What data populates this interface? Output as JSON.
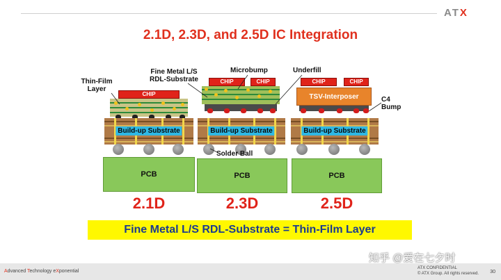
{
  "header": {
    "logo_main": "AT",
    "logo_accent": "X",
    "title": "2.1D, 2.3D, and 2.5D IC Integration"
  },
  "callouts": {
    "thin_film": "Thin-Film\nLayer",
    "fine_metal": "Fine Metal L/S\nRDL-Substrate",
    "microbump": "Microbump",
    "underfill": "Underfill",
    "c4_bump": "C4\nBump",
    "solder_ball": "Solder Ball"
  },
  "variants": [
    {
      "label": "2.1D",
      "pcb": "PCB",
      "substrate": "Build-up Substrate",
      "chips": [
        "CHIP"
      ]
    },
    {
      "label": "2.3D",
      "pcb": "PCB",
      "substrate": "Build-up Substrate",
      "chips": [
        "CHIP",
        "CHIP"
      ]
    },
    {
      "label": "2.5D",
      "pcb": "PCB",
      "substrate": "Build-up Substrate",
      "chips": [
        "CHIP",
        "CHIP"
      ],
      "interposer": "TSV-Interposer"
    }
  ],
  "banner": "Fine Metal L/S RDL-Substrate = Thin-Film Layer",
  "footer": {
    "tagline": {
      "a1": "A",
      "a2": "dvanced ",
      "t1": "T",
      "t2": "echnology e",
      "x1": "X",
      "x2": "ponential"
    },
    "confidential": "ATX CONFIDENTIAL",
    "rights": "© ATX Group. All rights reserved.",
    "page": "30"
  },
  "watermark": "知乎 @爱在七夕时",
  "colors": {
    "accent_red": "#e0301e",
    "pcb_green": "#89c85a",
    "substrate_brown": "#b07a47",
    "label_cyan": "#2fb8e4",
    "banner_yellow": "#fff800",
    "banner_text": "#1b3b8f",
    "interposer_orange": "#e8842b"
  }
}
